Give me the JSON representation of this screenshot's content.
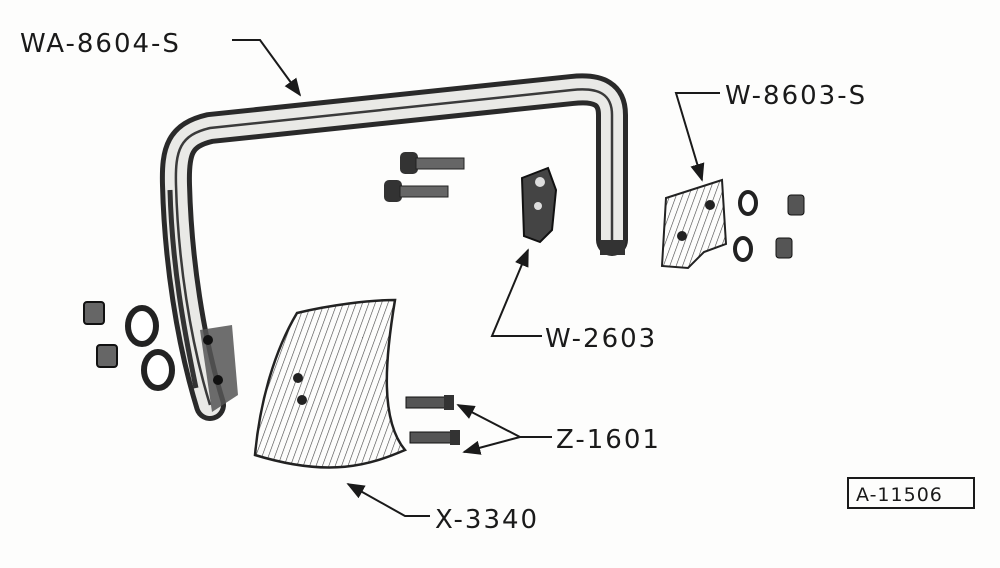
{
  "diagram": {
    "part_labels": {
      "guard": "WA-8604-S",
      "bracket_set": "W-8603-S",
      "clip": "W-2603",
      "bolts": "Z-1601",
      "pad": "X-3340"
    },
    "reference_number": "A-11506"
  }
}
